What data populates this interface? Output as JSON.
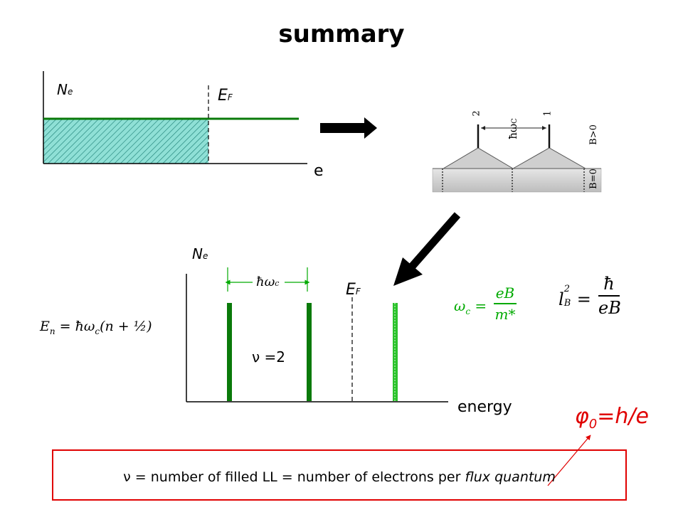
{
  "slide": {
    "title": "summary"
  },
  "top_plot": {
    "ylabel_main": "N",
    "ylabel_sub": "e",
    "xlabel": "e",
    "fermi_main": "E",
    "fermi_sub": "F"
  },
  "ll_figure": {
    "level_2": "2",
    "level_1": "1",
    "spacing_label": "ħω",
    "spacing_sub": "C",
    "field_on": "B>0",
    "field_off": "B=0"
  },
  "bottom_plot": {
    "ylabel_main": "N",
    "ylabel_sub": "e",
    "xlabel": "energy",
    "fermi_main": "E",
    "fermi_sub": "F",
    "spacing_label": "ħω",
    "spacing_sub": "c",
    "filling": "ν =2"
  },
  "equations": {
    "energy_levels": "E",
    "energy_levels_sub": "n",
    "energy_levels_rhs": "= ħω",
    "energy_levels_rhs_sub": "c",
    "energy_levels_tail": "(n + ½)",
    "cyclotron_lhs": "ω",
    "cyclotron_sub": "c",
    "cyclotron_num": "eB",
    "cyclotron_den": "m*",
    "magnetic_length_lhs": "l",
    "magnetic_length_sup": "2",
    "magnetic_length_sub": "B",
    "magnetic_length_num": "ħ",
    "magnetic_length_den": "eB",
    "flux_quantum": "φ",
    "flux_quantum_sub": "0",
    "flux_quantum_rhs": "=h/e"
  },
  "definition_box": {
    "prefix": "ν = number of filled LL = number of electrons per ",
    "emphasis": "flux quantum"
  },
  "colors": {
    "level_green": "#0a7a0a",
    "light_green": "#2bc22b",
    "hatch_fill": "#8fe0d6",
    "box_red": "#e00000",
    "phi_red": "#e00000"
  }
}
